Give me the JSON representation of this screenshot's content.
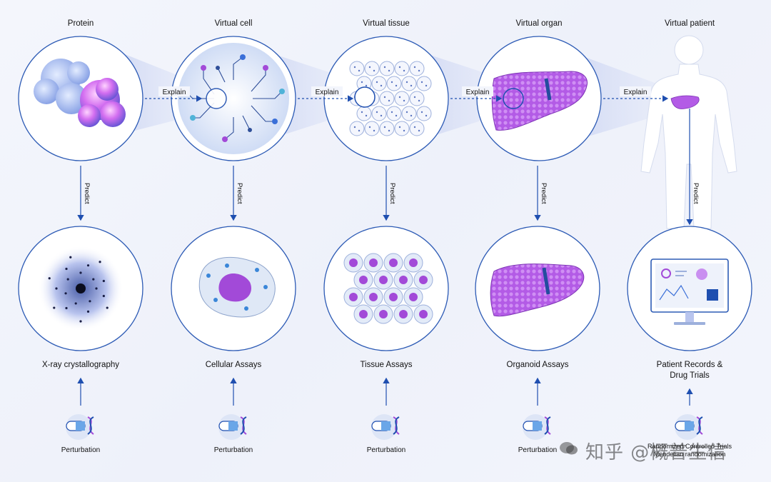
{
  "columns": [
    {
      "title": "Protein",
      "assay": "X-ray crystallography",
      "perturbation": "Perturbation"
    },
    {
      "title": "Virtual cell",
      "assay": "Cellular Assays",
      "perturbation": "Perturbation"
    },
    {
      "title": "Virtual tissue",
      "assay": "Tissue Assays",
      "perturbation": "Perturbation"
    },
    {
      "title": "Virtual organ",
      "assay": "Organoid Assays",
      "perturbation": "Perturbation"
    },
    {
      "title": "Virtual patient",
      "assay_line1": "Patient Records &",
      "assay_line2": "Drug Trials",
      "perturbation_line1": "Randomized Controlled Trials",
      "perturbation_line2": "Mendelian randomization"
    }
  ],
  "arrows": {
    "explain": "Explain",
    "predict": "Predict"
  },
  "watermark": {
    "text": "知乎 @概普生信"
  },
  "colors": {
    "accent": "#1f4fb0",
    "purple": "#a24ad8",
    "light_purple": "#c98ff0",
    "circle_stroke": "#2d5bb5"
  }
}
